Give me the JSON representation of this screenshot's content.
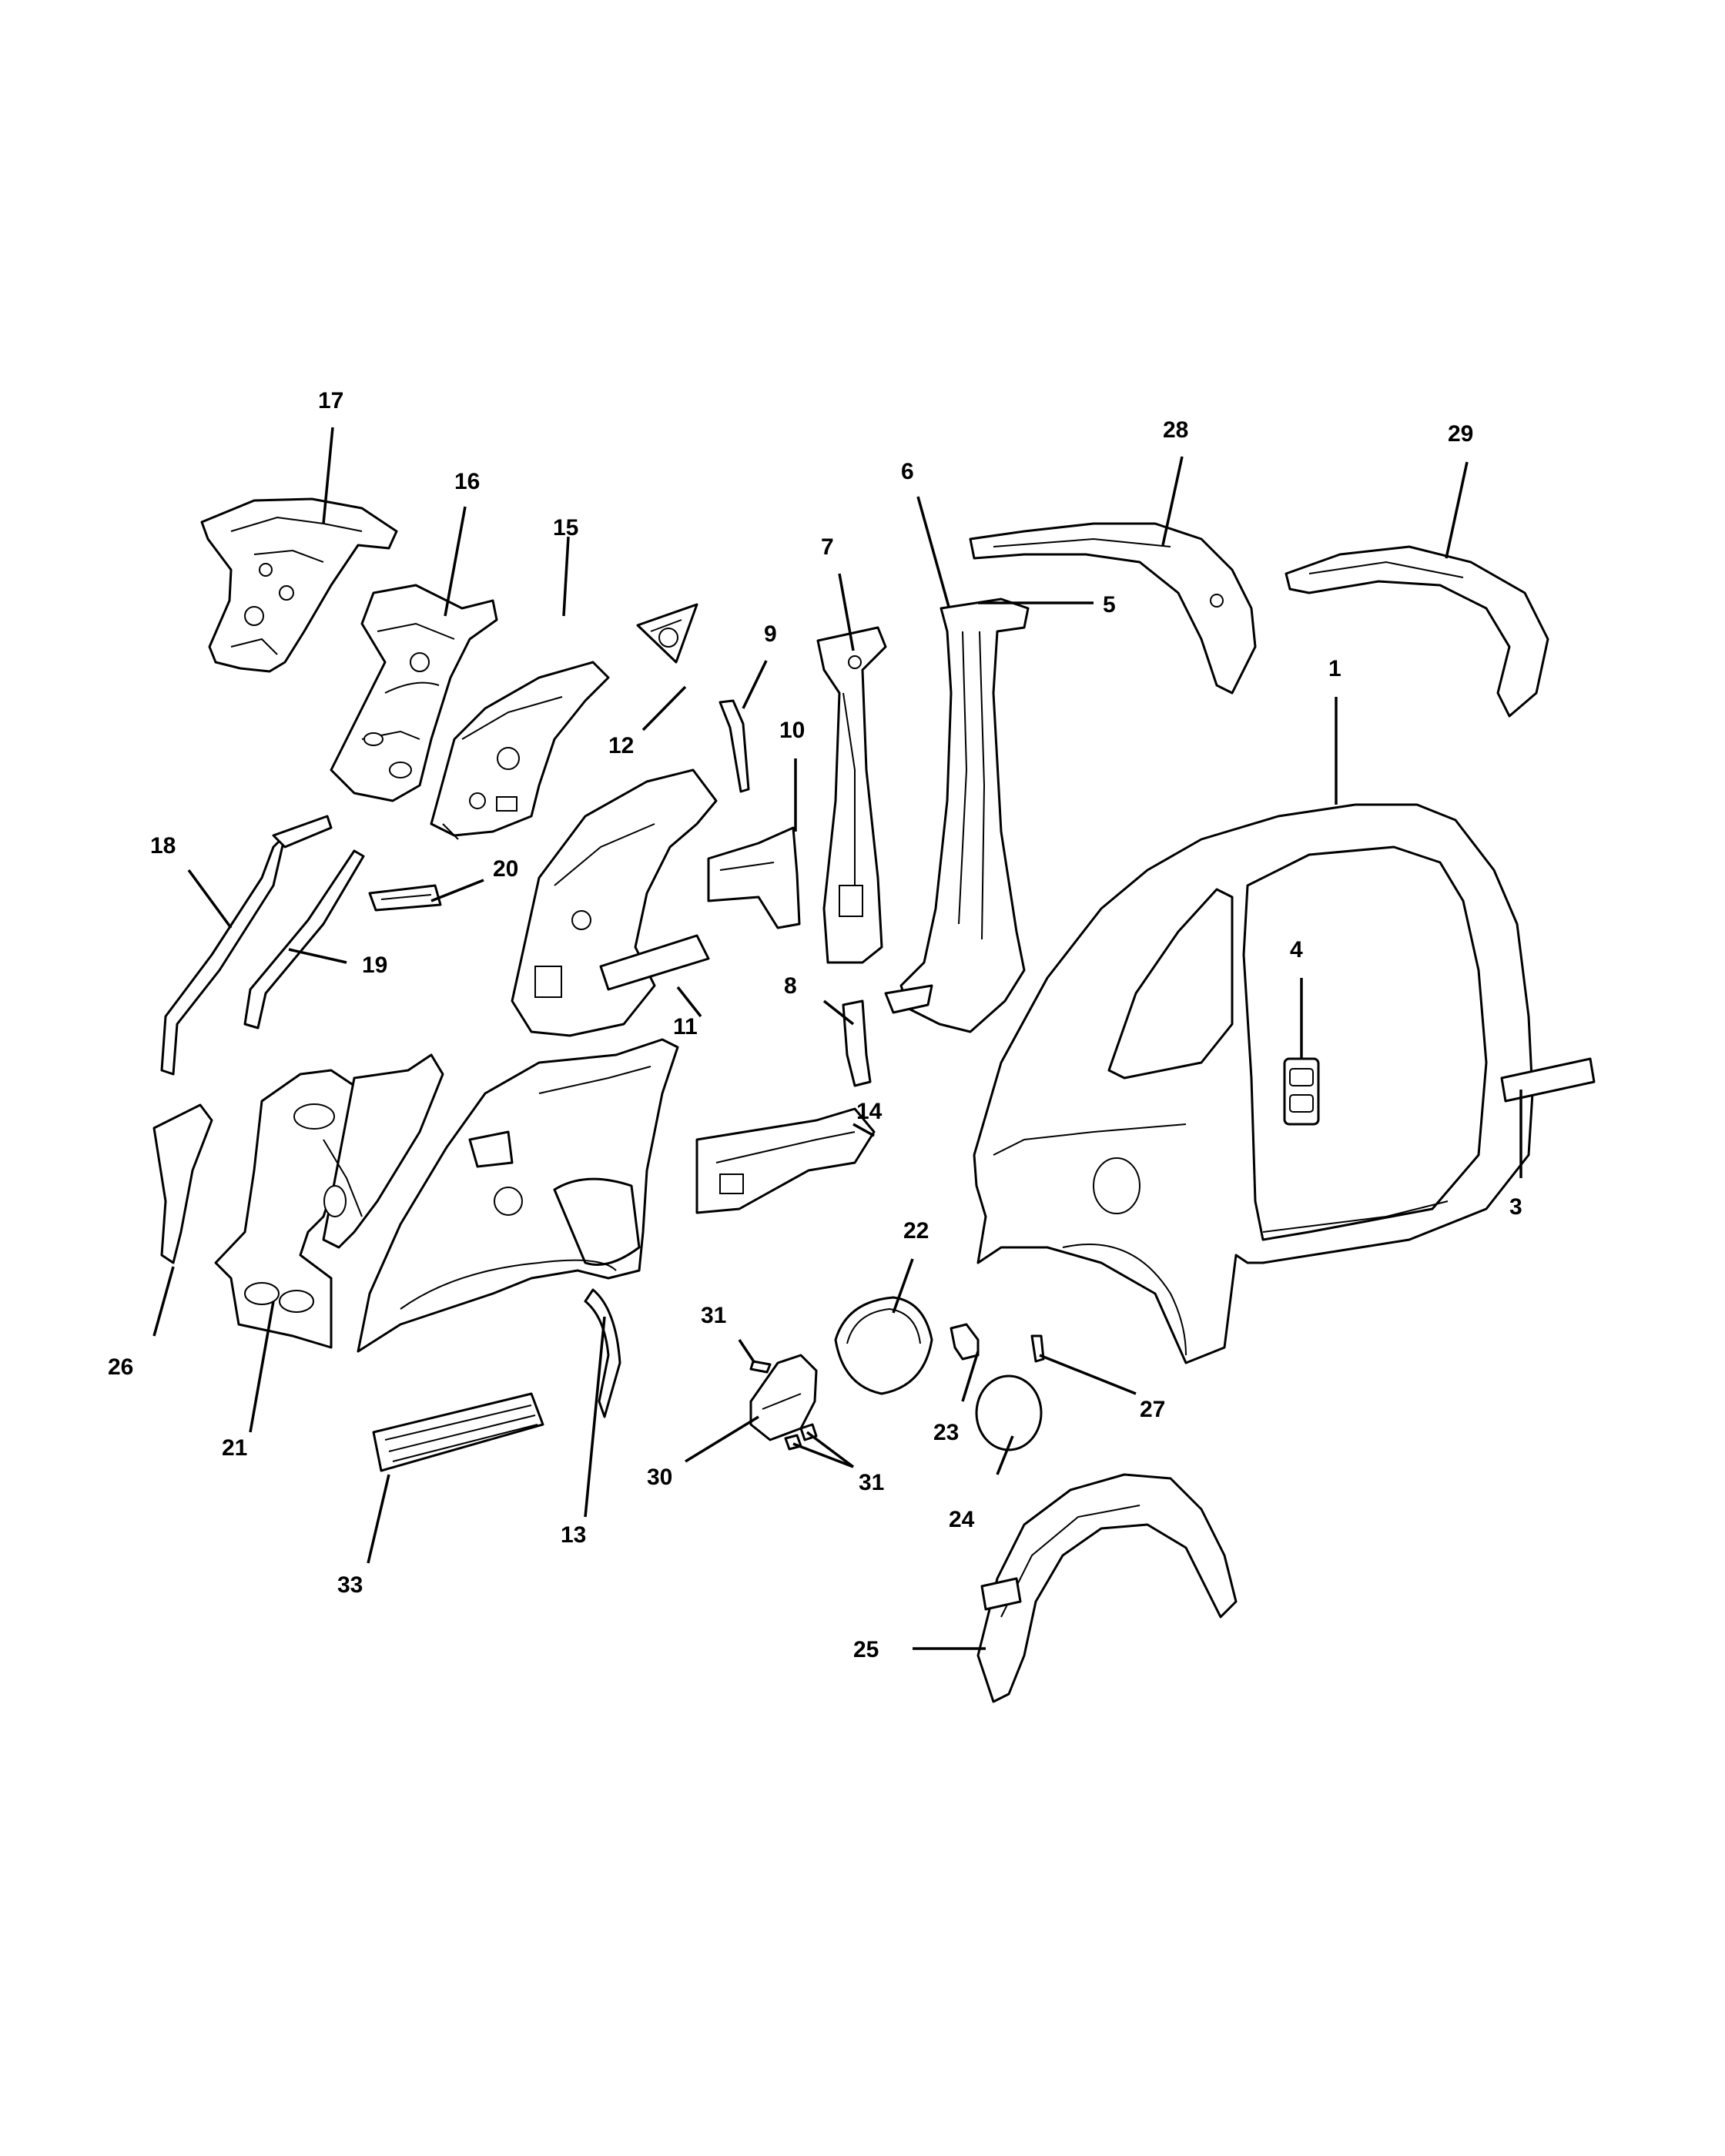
{
  "diagram": {
    "callouts": [
      "1",
      "3",
      "4",
      "5",
      "6",
      "7",
      "8",
      "9",
      "10",
      "11",
      "12",
      "13",
      "14",
      "16",
      "15",
      "17",
      "18",
      "19",
      "20",
      "21",
      "22",
      "23",
      "24",
      "25",
      "26",
      "27",
      "28",
      "29",
      "30",
      "31",
      "31",
      "33"
    ]
  }
}
